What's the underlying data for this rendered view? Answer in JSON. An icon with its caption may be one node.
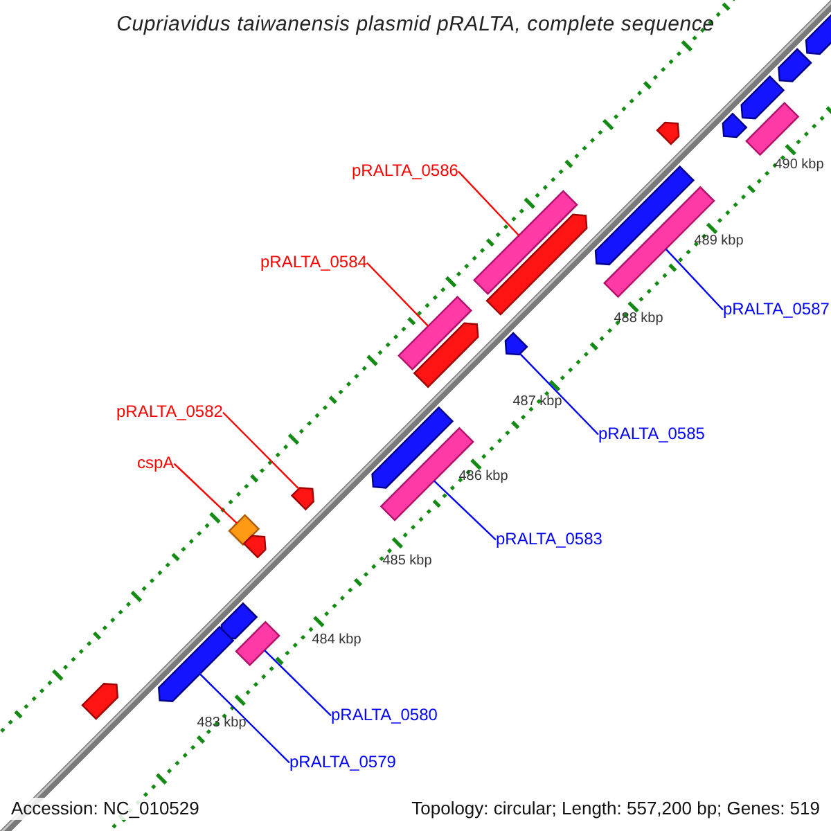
{
  "diagram": {
    "title": "Cupriavidus taiwanensis plasmid pRALTA, complete sequence",
    "nodes": [
      {
        "text": [],
        "shape": "pentagon"
      },
      {
        "text": [],
        "shape": "pentagon"
      },
      {
        "text": [],
        "shape": "pentagon"
      },
      {
        "text": [],
        "shape": "bar"
      },
      {
        "text": [],
        "shape": "pentagon"
      },
      {
        "text": [],
        "shape": "pentagon"
      },
      {
        "text": [
          "pRALTA_0586"
        ]
      },
      {
        "text": [],
        "shape": "pentagon"
      },
      {
        "text": [],
        "shape": "bar"
      },
      {
        "text": [],
        "shape": "bar"
      },
      {
        "text": [],
        "shape": "pentagon"
      },
      {
        "text": [
          "pRALTA_0584"
        ]
      },
      {
        "text": [
          "pRALTA_0587"
        ]
      },
      {
        "text": [],
        "shape": "bar"
      },
      {
        "text": [],
        "shape": "pentagon"
      },
      {
        "text": [],
        "shape": "pentagon"
      },
      {
        "text": [
          "pRALTA_0582"
        ]
      },
      {
        "text": [
          "pRALTA_0585"
        ]
      },
      {
        "text": [],
        "shape": "pentagon"
      },
      {
        "text": [
          "cspA"
        ]
      },
      {
        "text": [],
        "shape": "bar"
      },
      {
        "text": [],
        "shape": "pentagon"
      },
      {
        "text": [],
        "shape": "diamond"
      },
      {
        "text": [
          "pRALTA_0583"
        ]
      },
      {
        "text": [],
        "shape": "pentagon"
      },
      {
        "text": [],
        "shape": "pentagon"
      },
      {
        "text": [],
        "shape": "bar"
      },
      {
        "text": [],
        "shape": "pentagon"
      },
      {
        "text": [],
        "shape": "pentagon"
      },
      {
        "text": [
          "pRALTA_0580"
        ]
      },
      {
        "text": [
          "pRALTA_0579"
        ]
      }
    ],
    "edges": [
      {
        "from": 6,
        "to": 9,
        "arrow": "none",
        "color": "#ff0000"
      },
      {
        "from": 11,
        "to": 13,
        "arrow": "none",
        "color": "#ff0000"
      },
      {
        "from": 12,
        "to": 8,
        "arrow": "none"
      },
      {
        "from": 16,
        "to": 21,
        "arrow": "none",
        "color": "#ff0000"
      },
      {
        "from": 17,
        "to": 14,
        "arrow": "none"
      },
      {
        "from": 19,
        "to": 22,
        "arrow": "none",
        "color": "#ff0000"
      },
      {
        "from": 23,
        "to": 20,
        "arrow": "none"
      },
      {
        "from": 29,
        "to": 26,
        "arrow": "none"
      },
      {
        "from": 30,
        "to": 27,
        "arrow": "none"
      }
    ],
    "labels": [
      "490 kbp",
      "489 kbp",
      "488 kbp",
      "487 kbp",
      "486 kbp",
      "485 kbp",
      "484 kbp",
      "483 kbp",
      "Accession: NC_010529",
      "Topology: circular; Length: 557,200 bp; Genes: 519"
    ]
  }
}
